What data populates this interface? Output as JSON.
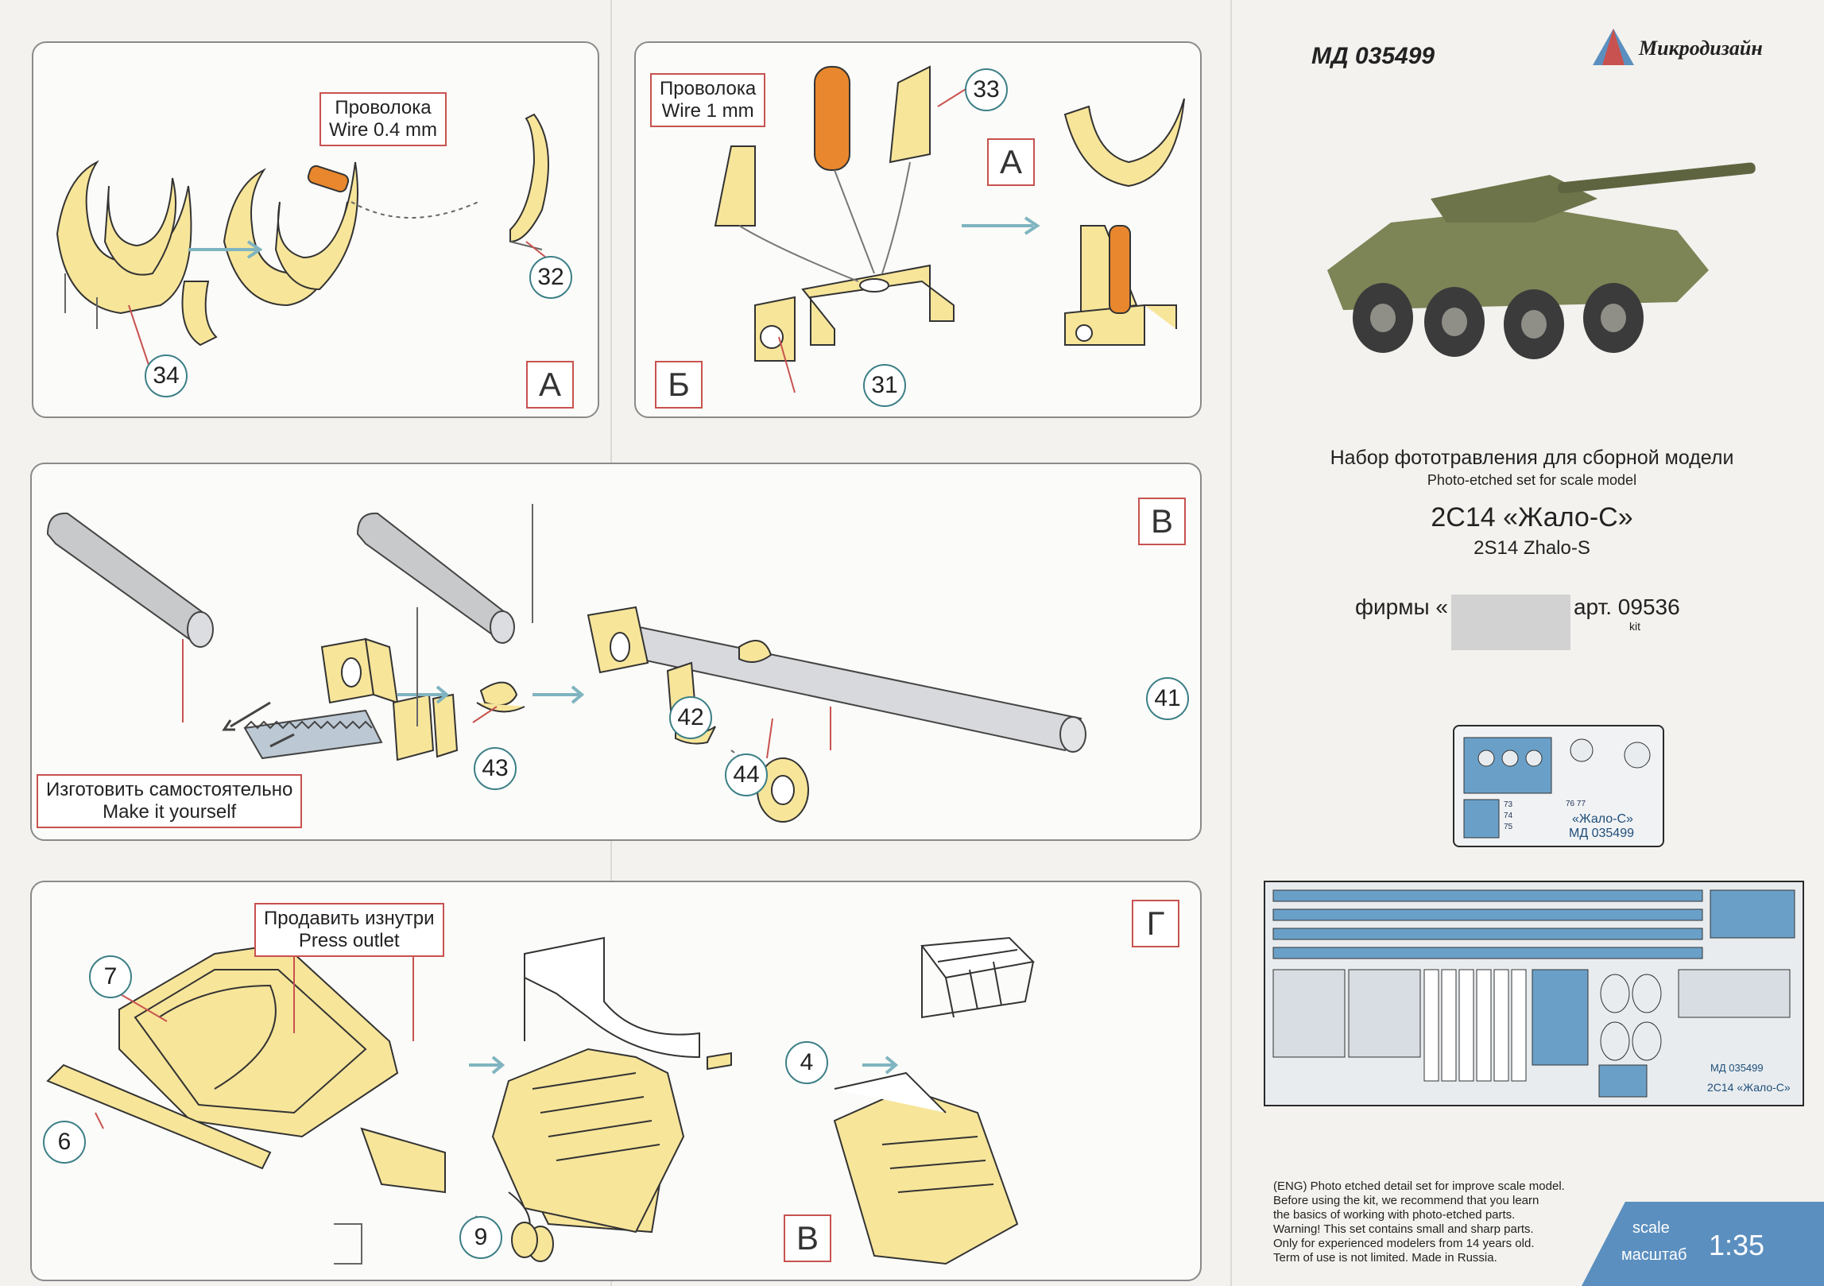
{
  "header": {
    "code": "МД 035499",
    "brand": "Микродизайн"
  },
  "panels": {
    "A": {
      "letter": "А",
      "wire_label_ru": "Проволока",
      "wire_label_en": "Wire 0.4 mm",
      "parts": [
        "34",
        "32"
      ]
    },
    "B": {
      "letter": "Б",
      "wire_label_ru": "Проволока",
      "wire_label_en": "Wire 1 mm",
      "inset_letter": "А",
      "parts": [
        "33",
        "31"
      ]
    },
    "V": {
      "letter": "В",
      "make_label_ru": "Изготовить самостоятельно",
      "make_label_en": "Make it yourself",
      "parts": [
        "43",
        "42",
        "44",
        "41"
      ]
    },
    "G": {
      "letter": "Г",
      "press_label_ru": "Продавить изнутри",
      "press_label_en": "Press outlet",
      "inset_letter": "В",
      "parts": [
        "7",
        "6",
        "4",
        "9"
      ]
    }
  },
  "product": {
    "title_ru": "Набор фототравления для сборной модели",
    "title_en": "Photo-etched set for scale model",
    "name_ru": "2С14 «Жало-С»",
    "name_en": "2S14 Zhalo-S",
    "firm_prefix": "фирмы «",
    "article": "арт. 09536",
    "kit_suffix": "kit"
  },
  "fret": {
    "small_label": "«Жало-С»",
    "small_code": "МД 035499",
    "numbers": [
      "73",
      "74",
      "75",
      "76",
      "77"
    ],
    "large_label": "2С14 «Жало-С»",
    "large_code": "МД 035499"
  },
  "notes": {
    "lines": [
      "(ENG) Photo etched detail set for improve scale model.",
      "Before using the kit, we recommend that you learn",
      "the basics of working with photo-etched parts.",
      "Warning! This set contains small and sharp parts.",
      "Only for experienced modelers from 14 years old.",
      "Term of use is not limited. Made in Russia."
    ]
  },
  "scale": {
    "label_en": "scale",
    "label_ru": "масштаб",
    "value": "1:35"
  },
  "colors": {
    "part": "#f7e59a",
    "frame": "#c8524f",
    "num_ring": "#3c7f86",
    "wire": "#e8872d",
    "scale_bg": "#5b8fbf"
  }
}
